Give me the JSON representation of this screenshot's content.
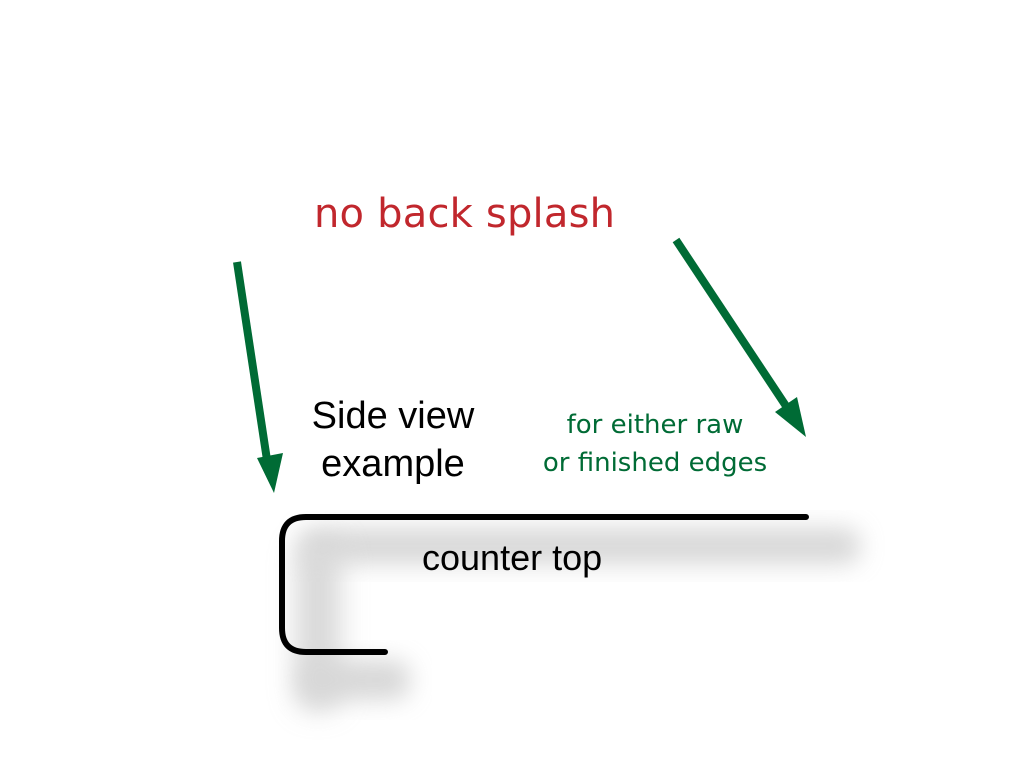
{
  "title": "no back splash",
  "side_view_label": {
    "line1": "Side view",
    "line2": "example"
  },
  "edge_note": {
    "line1": "for either raw",
    "line2": "or finished edges"
  },
  "counter_label": "counter top",
  "colors": {
    "title": "#c1272d",
    "arrow": "#006b35",
    "edge_note": "#006b35",
    "outline": "#000000",
    "text": "#000000",
    "shadow": "#bdbdbd"
  }
}
